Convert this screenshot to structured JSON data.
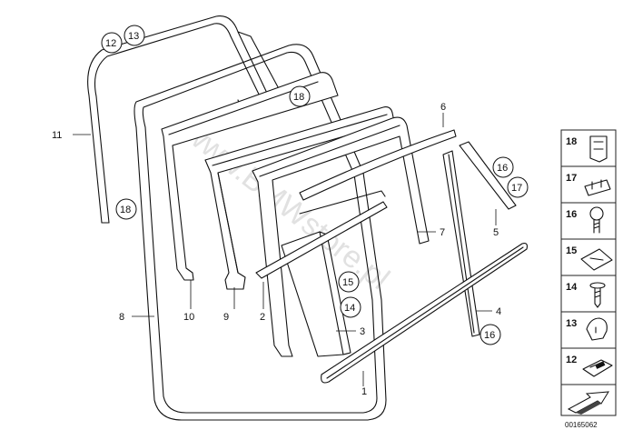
{
  "watermark": "www.BMWstore.pl",
  "diagram_id": "00165062",
  "labels": {
    "l1": "1",
    "l2": "2",
    "l3": "3",
    "l4": "4",
    "l5": "5",
    "l6": "6",
    "l7": "7",
    "l8": "8",
    "l9": "9",
    "l10": "10",
    "l11": "11"
  },
  "circled": {
    "c12": "12",
    "c13": "13",
    "c14": "14",
    "c15": "15",
    "c16a": "16",
    "c16b": "16",
    "c17": "17",
    "c18a": "18",
    "c18b": "18"
  },
  "legend": [
    "18",
    "17",
    "16",
    "15",
    "14",
    "13",
    "12"
  ]
}
